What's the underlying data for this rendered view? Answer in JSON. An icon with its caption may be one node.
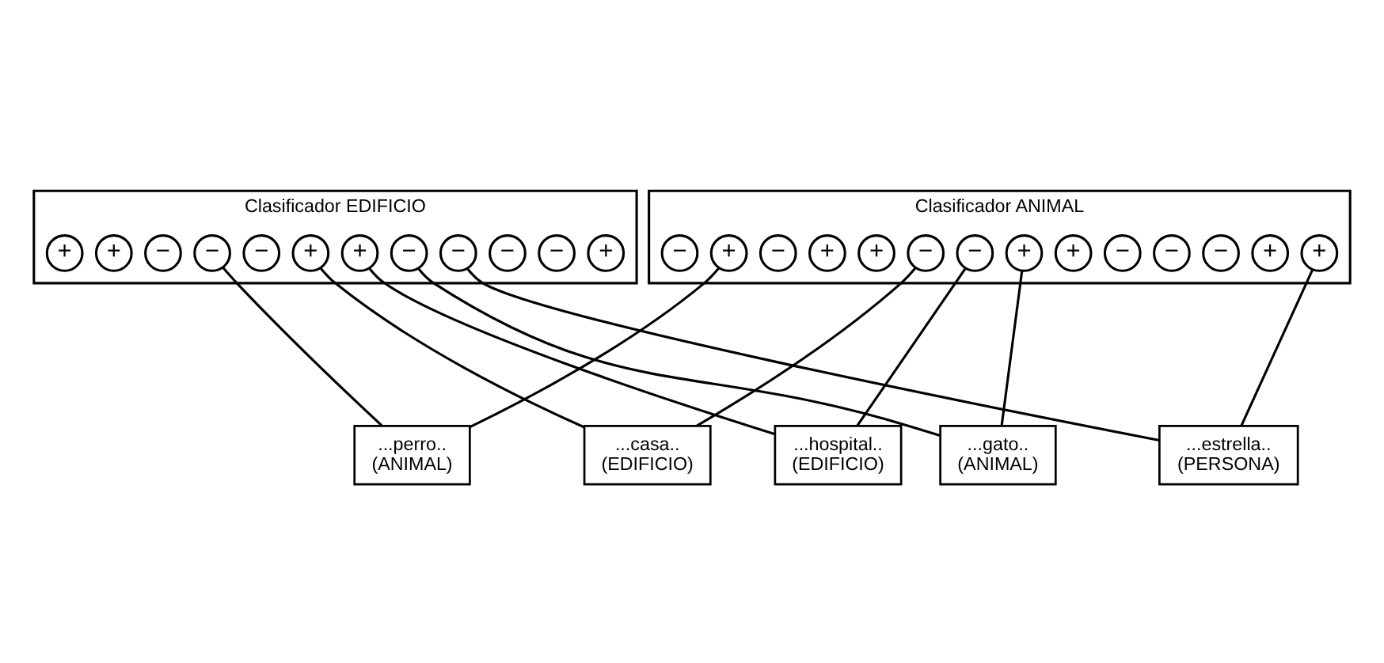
{
  "diagram": {
    "nodes": [
      {
        "text": [
          "Clasificador EDIFICIO"
        ]
      },
      {
        "text": [
          "+"
        ],
        "in": 0
      },
      {
        "text": [
          "−"
        ],
        "in": 0
      },
      {
        "text": [
          "−"
        ],
        "in": 0
      },
      {
        "text": [
          "−"
        ],
        "in": 0
      },
      {
        "text": [
          "+"
        ],
        "in": 0
      },
      {
        "text": [
          "−"
        ],
        "in": 0
      },
      {
        "text": [
          "−"
        ],
        "in": 0
      },
      {
        "text": [
          "−"
        ],
        "in": 0
      },
      {
        "text": [
          "+"
        ],
        "in": 0
      },
      {
        "text": [
          "−"
        ],
        "in": 0
      },
      {
        "text": [
          "+"
        ],
        "in": 0
      },
      {
        "text": [
          "+"
        ],
        "in": 0
      },
      {
        "text": [
          "Clasificador ANIMAL"
        ]
      },
      {
        "text": [
          "+"
        ],
        "in": 13
      },
      {
        "text": [
          "+"
        ],
        "in": 13
      },
      {
        "text": [
          "−"
        ],
        "in": 13
      },
      {
        "text": [
          "−"
        ],
        "in": 13
      },
      {
        "text": [
          "−"
        ],
        "in": 13
      },
      {
        "text": [
          "+"
        ],
        "in": 13
      },
      {
        "text": [
          "−"
        ],
        "in": 13
      },
      {
        "text": [
          "−"
        ],
        "in": 13
      },
      {
        "text": [
          "+"
        ],
        "in": 13
      },
      {
        "text": [
          "+"
        ],
        "in": 13
      },
      {
        "text": [
          "+"
        ],
        "in": 13
      },
      {
        "text": [
          "−"
        ],
        "in": 13
      },
      {
        "text": [
          "+"
        ],
        "in": 13
      },
      {
        "text": [
          "−"
        ],
        "in": 13
      },
      {
        "text": [
          "...casa..",
          "(EDIFICIO)"
        ]
      },
      {
        "text": [
          "...hospital..",
          "(EDIFICIO)"
        ]
      },
      {
        "text": [
          "...perro..",
          "(ANIMAL)"
        ]
      },
      {
        "text": [
          "...gato..",
          "(ANIMAL)"
        ]
      },
      {
        "text": [
          "...estrella..",
          "(PERSONA)"
        ]
      }
    ],
    "edges": [
      {
        "from": 5,
        "to": 28,
        "arrow": "none"
      },
      {
        "from": 20,
        "to": 28,
        "arrow": "none"
      },
      {
        "from": 9,
        "to": 29,
        "arrow": "none"
      },
      {
        "from": 21,
        "to": 29,
        "arrow": "none"
      },
      {
        "from": 6,
        "to": 30,
        "arrow": "none"
      },
      {
        "from": 14,
        "to": 30,
        "arrow": "none"
      },
      {
        "from": 7,
        "to": 31,
        "arrow": "none"
      },
      {
        "from": 26,
        "to": 31,
        "arrow": "none"
      },
      {
        "from": 4,
        "to": 32,
        "arrow": "none"
      },
      {
        "from": 22,
        "to": 32,
        "arrow": "none"
      }
    ]
  }
}
